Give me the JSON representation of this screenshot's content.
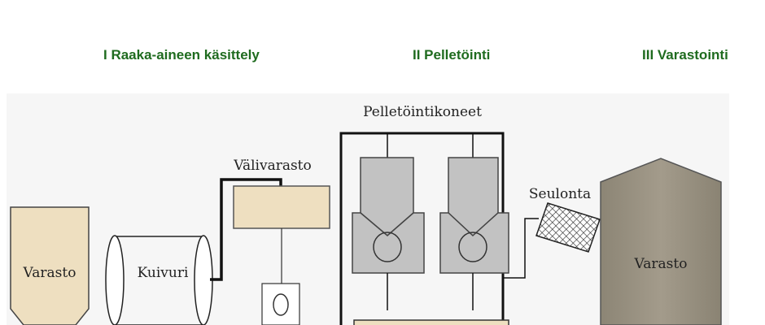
{
  "phases": {
    "raw_material": "I Raaka-aineen käsittely",
    "pelleting": "II Pelletöinti",
    "storage": "III Varastointi"
  },
  "labels": {
    "left_storage": "Varasto",
    "dryer": "Kuivuri",
    "intermediate_storage": "Välivarasto",
    "pellet_machines": "Pelletöintikoneet",
    "screening": "Seulonta",
    "right_storage": "Varasto"
  },
  "colors": {
    "phase_title": "#1f6b1f",
    "storage_fill": "#eedfc0",
    "machine_fill": "#c2c2c2",
    "silo_fill": "#9b9383"
  }
}
